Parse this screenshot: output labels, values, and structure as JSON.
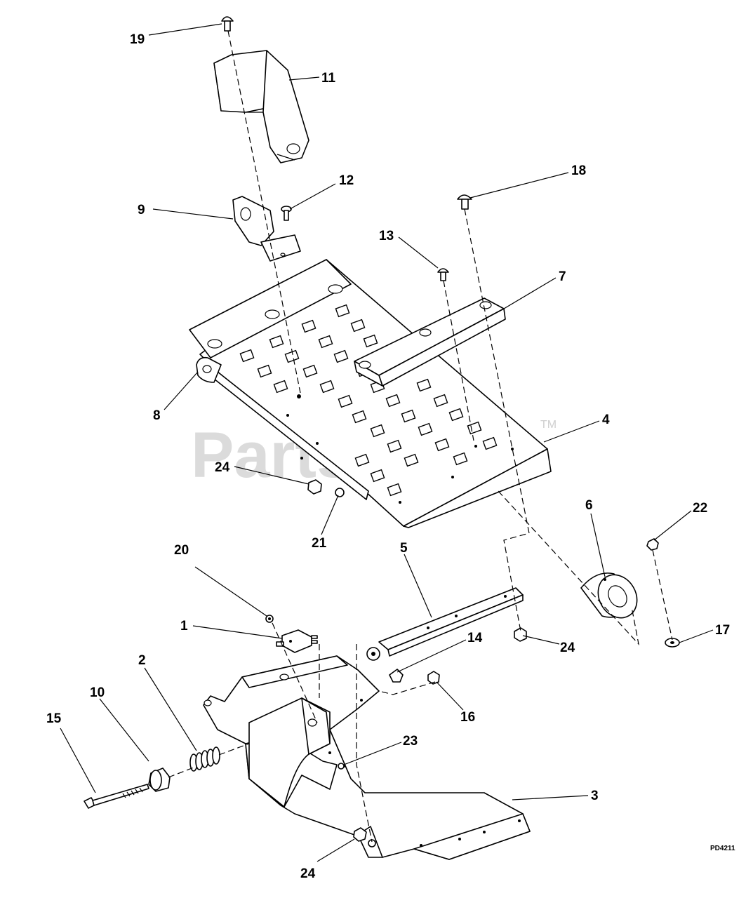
{
  "diagram": {
    "drawing_code": "PD4211",
    "watermark": "PartsTree",
    "watermark_mark": "TM",
    "callouts": [
      "19",
      "11",
      "12",
      "9",
      "18",
      "13",
      "7",
      "8",
      "4",
      "24",
      "21",
      "6",
      "22",
      "20",
      "5",
      "1",
      "14",
      "24",
      "17",
      "2",
      "10",
      "15",
      "16",
      "23",
      "3",
      "24"
    ]
  }
}
